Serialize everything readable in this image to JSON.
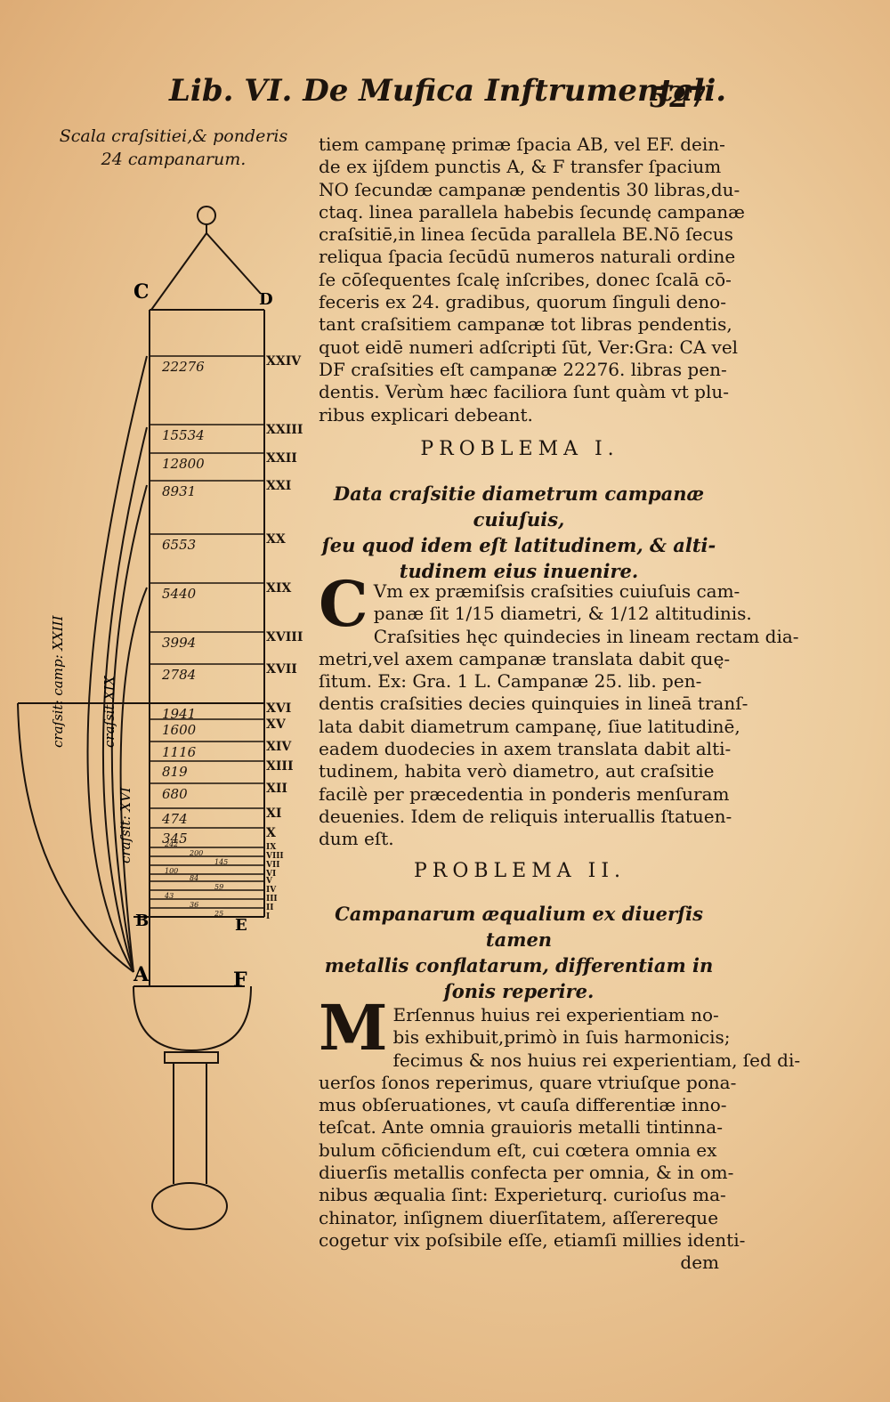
{
  "header": {
    "left": "Lib. VI.  De Mufica Inftrumentali.",
    "page_number": "527"
  },
  "caption": "Scala craſsitiei,& ponderis 24 campanarum.",
  "diagram": {
    "letters": {
      "C": "C",
      "D": "D",
      "A": "A",
      "F": "F",
      "B": "B",
      "E": "E"
    },
    "weights": [
      "22276",
      "15534",
      "12800",
      "8931",
      "6553",
      "5440",
      "3994",
      "2784",
      "1941",
      "1600",
      "1116",
      "819",
      "680",
      "474",
      "345",
      "242",
      "200",
      "145",
      "100",
      "84",
      "59",
      "43",
      "36",
      "25"
    ],
    "numerals": [
      "XXIV",
      "XXIII",
      "XXII",
      "XXI",
      "XX",
      "XIX",
      "XVIII",
      "XVII",
      "XVI",
      "XV",
      "XIV",
      "XIII",
      "XII",
      "XI",
      "X",
      "IX",
      "VIII",
      "VII",
      "VI",
      "V",
      "IV",
      "III",
      "II",
      "I"
    ],
    "curve_labels": [
      "craſsit: camp: XXIII",
      "craſsit XIX",
      "craſsit: XVI"
    ]
  },
  "text_top": [
    "tiem campanę primæ ſpacia AB, vel EF. dein-",
    "de ex ijſdem punctis A, & F transfer ſpacium",
    "NO ſecundæ campanæ pendentis 30 libras,du-",
    "ctaq. linea parallela habebis ſecundę campanæ",
    "craſsitiē,in linea ſecūda parallela BE.Nō ſecus",
    "reliqua ſpacia ſecūdū numeros naturali ordine",
    "ſe cōſequentes ſcalę inſcribes, donec ſcalā cō-",
    "feceris ex 24. gradibus, quorum ſinguli deno-",
    "tant craſsitiem campanæ tot libras pendentis,",
    "quot eidē numeri adſcripti ſūt, Ver:Gra: CA vel",
    "DF craſsities eſt campanæ 22276. libras pen-",
    "dentis. Verùm hæc faciliora ſunt quàm vt plu-",
    "ribus explicari debeant."
  ],
  "problem1": {
    "heading": "PROBLEMA I.",
    "title": [
      "Data craſsitie diametrum campanæ cuiuſuis,",
      "ſeu quod idem eſt latitudinem, & alti-",
      "tudinem eius inuenire."
    ],
    "dropcap": "C",
    "text": [
      "Vm ex præmiſsis craſsities cuiuſuis cam-",
      "panæ ſit 1/15 diametri, & 1/12 altitudinis.",
      "Craſsities hęc quindecies in lineam rectam dia-",
      "metri,vel axem campanæ translata dabit quę-",
      "ſitum. Ex: Gra. 1 L. Campanæ 25. lib. pen-",
      "dentis craſsities decies quinquies in lineā tranſ-",
      "lata dabit diametrum campanę, ſiue latitudinē,",
      "eadem duodecies in axem translata dabit alti-",
      "tudinem, habita verò diametro, aut craſsitie",
      "facilè per præcedentia in ponderis menſuram",
      "deuenies. Idem de reliquis interuallis ſtatuen-",
      "dum eſt."
    ]
  },
  "problem2": {
    "heading": "PROBLEMA II.",
    "title": [
      "Campanarum æqualium ex diuerſis tamen",
      "metallis conflatarum, differentiam in",
      "ſonis reperire."
    ],
    "dropcap": "M",
    "text": [
      "Erſennus huius rei experientiam no-",
      "bis exhibuit,primò in ſuis harmonicis;",
      "fecimus & nos huius rei experientiam, ſed di-",
      "uerſos ſonos reperimus, quare vtriuſque pona-",
      "mus obſeruationes, vt cauſa differentiæ inno-",
      "teſcat. Ante omnia grauioris metalli tintinna-",
      "bulum cōficiendum eſt, cui cœtera omnia ex",
      "diuerſis metallis confecta per omnia, & in om-",
      "nibus æqualia ſint: Experieturq. curioſus ma-",
      "chinator, inſignem diuerſitatem, aſſerereque",
      "cogetur vix poſsibile eſſe, etiamſi millies identi-"
    ],
    "catchword": "dem"
  }
}
